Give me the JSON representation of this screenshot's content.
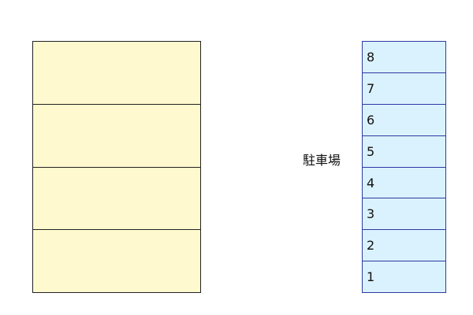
{
  "colors": {
    "building_fill": "#fff9cf",
    "building_border": "#222222",
    "parking_fill": "#daf2fd",
    "parking_border": "#2e3aa6"
  },
  "building": {
    "row_count": 4
  },
  "parking": {
    "label": "駐車場",
    "spaces": [
      "8",
      "7",
      "6",
      "5",
      "4",
      "3",
      "2",
      "1"
    ]
  }
}
